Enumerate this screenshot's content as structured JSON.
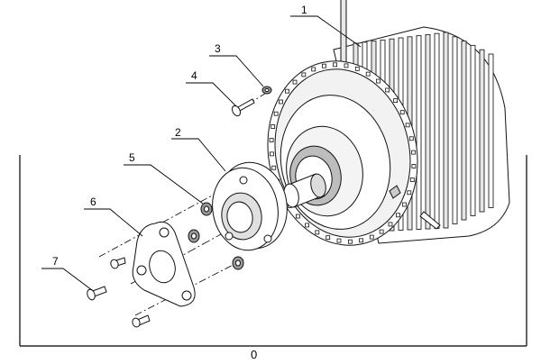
{
  "diagram": {
    "callouts": [
      "1",
      "2",
      "3",
      "4",
      "5",
      "6",
      "7"
    ],
    "assembly_label": "0"
  },
  "colors": {
    "line": "#000000",
    "fill_light": "#ffffff",
    "fill_shade": "#d8d8d8",
    "fill_dark": "#8a8a8a"
  }
}
